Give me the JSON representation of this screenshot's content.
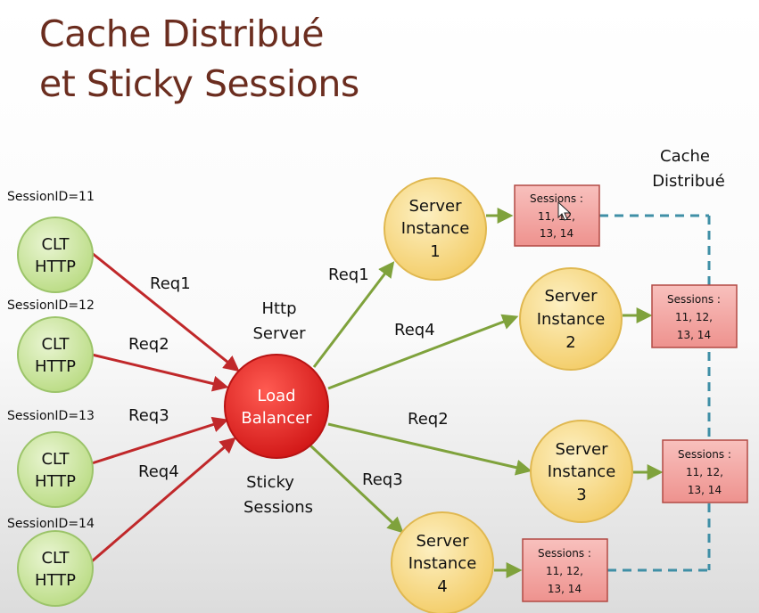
{
  "title_line1": "Cache Distribué",
  "title_line2": "et Sticky Sessions",
  "cache_label_line1": "Cache",
  "cache_label_line2": "Distribué",
  "http_server_label_line1": "Http",
  "http_server_label_line2": "Server",
  "sticky_label_line1": "Sticky",
  "sticky_label_line2": "Sessions",
  "load_balancer": {
    "line1": "Load",
    "line2": "Balancer"
  },
  "clients": [
    {
      "session": "SessionID=11",
      "line1": "CLT",
      "line2": "HTTP",
      "request": "Req1"
    },
    {
      "session": "SessionID=12",
      "line1": "CLT",
      "line2": "HTTP",
      "request": "Req2"
    },
    {
      "session": "SessionID=13",
      "line1": "CLT",
      "line2": "HTTP",
      "request": "Req3"
    },
    {
      "session": "SessionID=14",
      "line1": "CLT",
      "line2": "HTTP",
      "request": "Req4"
    }
  ],
  "servers": [
    {
      "line1": "Server",
      "line2": "Instance",
      "line3": "1",
      "request": "Req1"
    },
    {
      "line1": "Server",
      "line2": "Instance",
      "line3": "2",
      "request": "Req4"
    },
    {
      "line1": "Server",
      "line2": "Instance",
      "line3": "3",
      "request": "Req2"
    },
    {
      "line1": "Server",
      "line2": "Instance",
      "line3": "4",
      "request": "Req3"
    }
  ],
  "caches": [
    {
      "line1": "Sessions :",
      "line2": "11, 12,",
      "line3": "13, 14"
    },
    {
      "line1": "Sessions :",
      "line2": "11, 12,",
      "line3": "13, 14"
    },
    {
      "line1": "Sessions :",
      "line2": "11, 12,",
      "line3": "13, 14"
    },
    {
      "line1": "Sessions :",
      "line2": "11, 12,",
      "line3": "13, 14"
    }
  ],
  "colors": {
    "title": "#6b2d1f",
    "client_fill": "#cfe6a6",
    "client_stroke": "#9cc46a",
    "lb_fill": "#e3201f",
    "server_fill": "#f7db86",
    "server_stroke": "#e0b850",
    "cache_fill": "#f4a8a5",
    "cache_stroke": "#b24a44",
    "red_arrow": "#c0282a",
    "green_arrow": "#7fa23c",
    "dashed": "#3f8fa6"
  }
}
